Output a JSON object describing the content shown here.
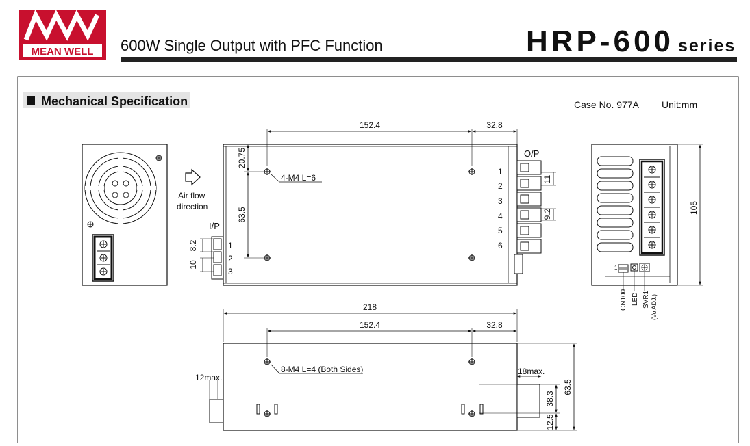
{
  "header": {
    "logo_text": "MEAN WELL",
    "subtitle": "600W Single Output with PFC Function",
    "model": "HRP-600",
    "series": "series"
  },
  "section": {
    "title": "Mechanical Specification",
    "case_no": "Case No. 977A",
    "unit": "Unit:mm"
  },
  "drawing": {
    "airflow_line1": "Air flow",
    "airflow_line2": "direction",
    "ip_label": "I/P",
    "op_label": "O/P",
    "dim_152_top": "152.4",
    "dim_328_top": "32.8",
    "dim_2075": "20.75",
    "dim_635_v": "63.5",
    "dim_82": "8.2",
    "dim_10": "10",
    "dim_11": "11",
    "dim_92": "9.2",
    "dim_105": "105",
    "screw_top": "4-M4 L=6",
    "dim_218": "218",
    "dim_152_bottom": "152.4",
    "dim_328_bottom": "32.8",
    "screw_bottom": "8-M4 L=4 (Both Sides)",
    "dim_12max": "12max.",
    "dim_18max": "18max.",
    "dim_383": "38.3",
    "dim_635_side": "63.5",
    "dim_125": "12.5",
    "ip_pins": [
      "1",
      "2",
      "3"
    ],
    "op_pins": [
      "1",
      "2",
      "3",
      "4",
      "5",
      "6"
    ],
    "cn100": "CN100",
    "led": "LED",
    "svr1": "SVR1",
    "vo_adj": "(Vo ADJ.)",
    "cn_pin": "1"
  },
  "colors": {
    "brand_red": "#c8102e",
    "header_rule": "#222222",
    "section_bg": "#e4e4e4"
  }
}
